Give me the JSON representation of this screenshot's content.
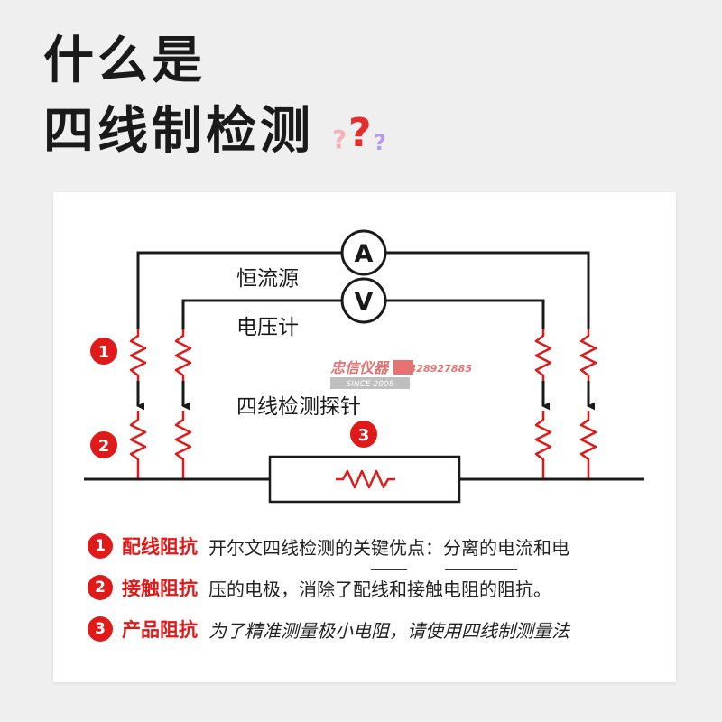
{
  "header": {
    "line1": "什么是",
    "line2": "四线制检测"
  },
  "diagram": {
    "ammeter": "A",
    "voltmeter": "V",
    "label_source": "恒流源",
    "label_voltmeter": "电压计",
    "label_probe": "四线检测探针",
    "badge_1": "1",
    "badge_2": "2",
    "badge_3": "3"
  },
  "watermark": {
    "brand": "忠信仪器",
    "since": "SINCE 2008",
    "phone": "13428927885"
  },
  "legend": [
    {
      "num": "1",
      "term": "配线阻抗",
      "desc": "开尔文四线检测的关键优点：分离的电流和电"
    },
    {
      "num": "2",
      "term": "接触阻抗",
      "desc": "压的电极，消除了配线和接触电阻的阻抗。"
    },
    {
      "num": "3",
      "term": "产品阻抗",
      "desc": "为了精准测量极小电阻，请使用四线制测量法"
    }
  ],
  "colors": {
    "accent": "#e01919",
    "wire": "#1a1a1a",
    "background": "#efefef",
    "card": "#ffffff"
  }
}
